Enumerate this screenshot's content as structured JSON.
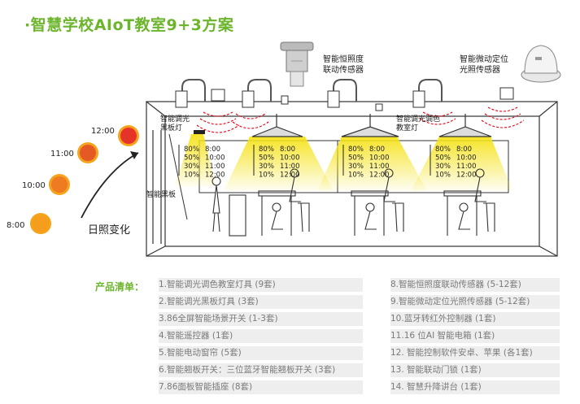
{
  "title": "·智慧学校AIoT教室9+3方案",
  "sensors": {
    "illuminance": "智能恒照度\n联动传感器",
    "motion": "智能微动定位\n光照传感器"
  },
  "labels": {
    "blackboard_light": "智能调光\n黑板灯",
    "classroom_light": "智能调光调色\n教室灯",
    "smart_blackboard": "智能黑板",
    "sunlight_change": "日照变化"
  },
  "sun_times": [
    "12:00",
    "11:00",
    "10:00",
    "8:00"
  ],
  "dimming_schedule": [
    {
      "level": "80%",
      "time": "8:00"
    },
    {
      "level": "50%",
      "time": "10:00"
    },
    {
      "level": "30%",
      "time": "11:00"
    },
    {
      "level": "10%",
      "time": "12:00"
    }
  ],
  "products_label": "产品清单：",
  "products_left": [
    "1.智能调光调色教室灯具 (9套)",
    "2.智能调光黑板灯具 (3套)",
    "3.86全屏智能场景开关 (1-3套)",
    "4.智能遥控器 (1套)",
    "5.智能电动窗帘 (5套)",
    "6.智能翘板开关：三位蓝牙智能翘板开关 (3套)",
    "7.86面板智能插座 (8套)"
  ],
  "products_right": [
    "8.智能恒照度联动传感器 (5-12套)",
    "9.智能微动定位光照传感器 (5-12套)",
    "10.蓝牙转红外控制器 (1套)",
    "11.16 位AI 智能电箱 (1套)",
    "12. 智能控制软件安卓、苹果 (各1套)",
    "13. 智能联动门锁 (1套)",
    "14. 智慧升降讲台 (1套)"
  ],
  "colors": {
    "accent_green": "#6cb52d",
    "sun_orange": "#f7a21b",
    "sun_red": "#e6332a",
    "light_beam": "#f5e21a",
    "sensor_wave": "#e60012"
  }
}
